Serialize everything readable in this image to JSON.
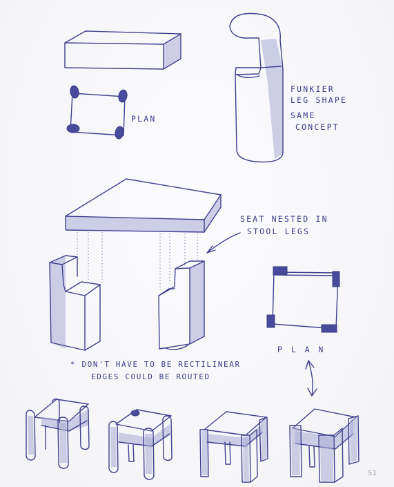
{
  "annotations": {
    "plan_top": "PLAN",
    "funkier_line1": "FUNKIER",
    "funkier_line2": "LEG SHAPE",
    "same_line1": "SAME",
    "same_line2": "CONCEPT",
    "seat_line1": "SEAT NESTED IN",
    "seat_line2": "STOOL LEGS",
    "plan_right": "P L A N",
    "note_line1": "* DON'T HAVE TO BE RECTILINEAR",
    "note_line2": "EDGES COULD BE ROUTED"
  },
  "page_number": "51",
  "ink_color": "#3f3f8f"
}
